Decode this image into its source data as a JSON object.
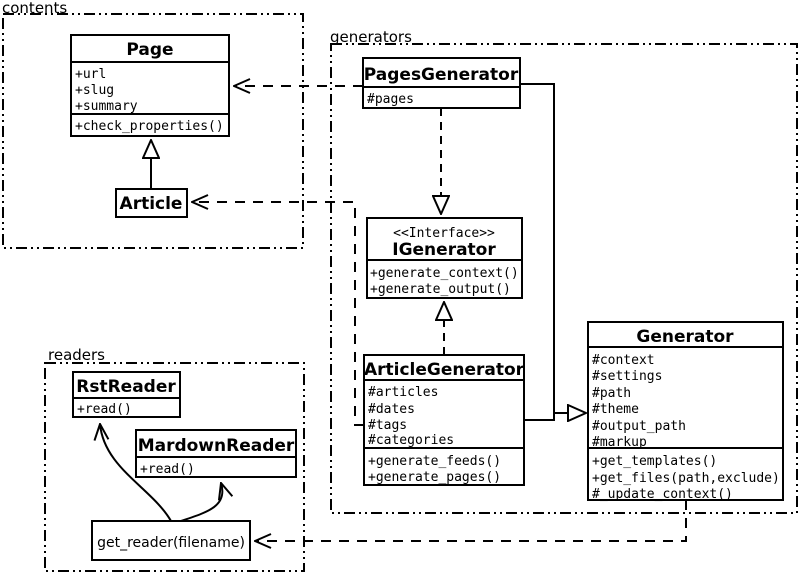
{
  "diagram": {
    "title_hint": "UML class diagram",
    "packages": {
      "contents": "contents",
      "generators": "generators",
      "readers": "readers"
    },
    "classes": {
      "page": {
        "name": "Page",
        "attrs": [
          "+url",
          "+slug",
          "+summary"
        ],
        "methods": [
          "+check_properties()"
        ]
      },
      "article": {
        "name": "Article"
      },
      "pages_generator": {
        "name": "PagesGenerator",
        "attrs": [
          "#pages"
        ]
      },
      "igenerator": {
        "stereotype": "<<Interface>>",
        "name": "IGenerator",
        "methods": [
          "+generate_context()",
          "+generate_output()"
        ]
      },
      "article_generator": {
        "name": "ArticleGenerator",
        "attrs": [
          "#articles",
          "#dates",
          "#tags",
          "#categories"
        ],
        "methods": [
          "+generate_feeds()",
          "+generate_pages()"
        ]
      },
      "generator": {
        "name": "Generator",
        "attrs": [
          "#context",
          "#settings",
          "#path",
          "#theme",
          "#output_path",
          "#markup"
        ],
        "methods": [
          "+get_templates()",
          "+get_files(path,exclude)",
          "#_update_context()"
        ]
      },
      "rst_reader": {
        "name": "RstReader",
        "methods": [
          "+read()"
        ]
      },
      "markdown_reader": {
        "name": "MardownReader",
        "methods": [
          "+read()"
        ]
      },
      "get_reader": {
        "label": "get_reader(filename)"
      }
    },
    "colors": {
      "ink": "#000000",
      "paper": "#ffffff"
    }
  }
}
